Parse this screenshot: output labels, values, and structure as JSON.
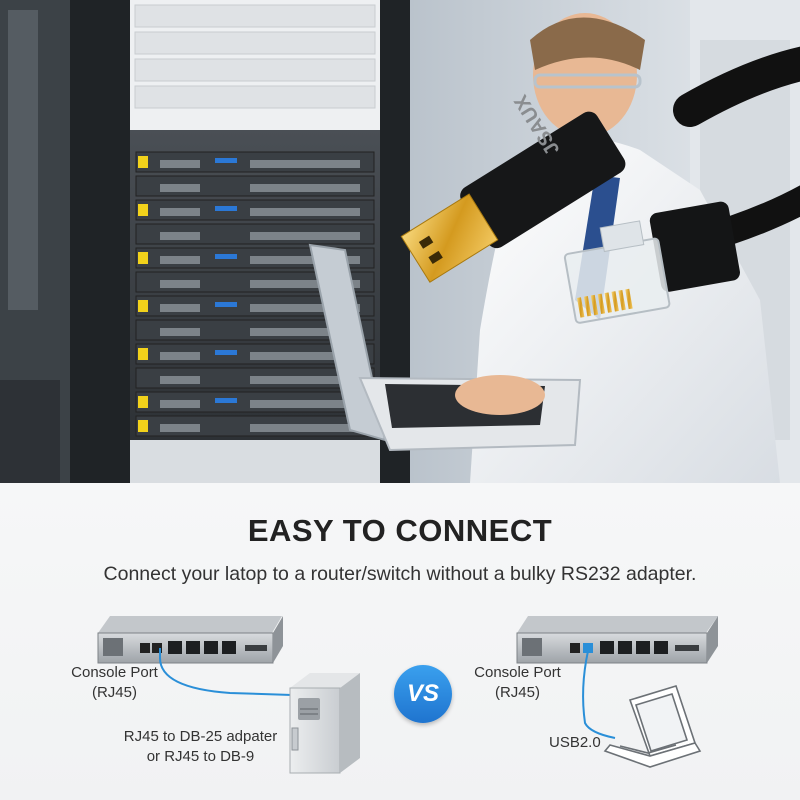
{
  "headline": "EASY TO CONNECT",
  "subline": "Connect your latop to a router/switch without a bulky RS232 adapter.",
  "vs_badge": "VS",
  "cable_brand": "JSAUX",
  "left_diagram": {
    "port_label_line1": "Console Port",
    "port_label_line2": "(RJ45)",
    "adapter_label_line1": "RJ45 to DB-25 adpater",
    "adapter_label_line2": "or RJ45 to DB-9"
  },
  "right_diagram": {
    "port_label_line1": "Console Port",
    "port_label_line2": "(RJ45)",
    "usb_label": "USB2.0"
  },
  "colors": {
    "accent_blue": "#1f74cf",
    "cable_blue": "#2a8fd8"
  }
}
